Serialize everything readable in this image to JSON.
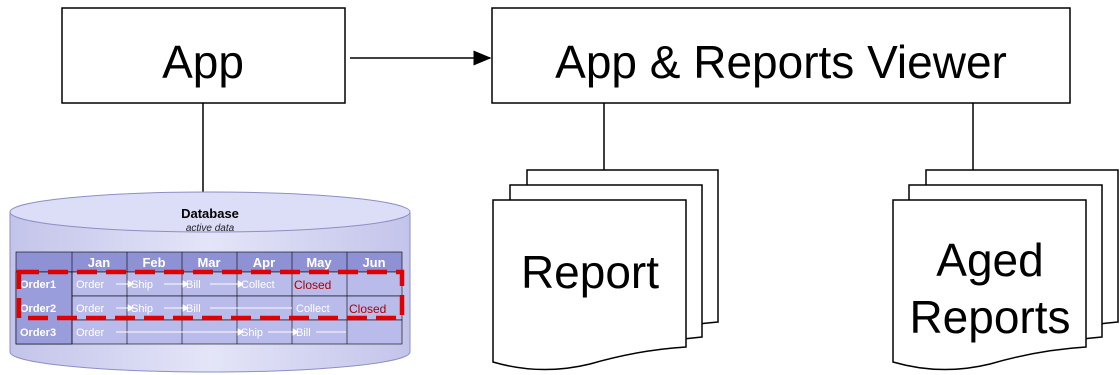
{
  "app_box": {
    "label": "App"
  },
  "viewer_box": {
    "label": "App & Reports Viewer"
  },
  "report_stack": {
    "label": "Report"
  },
  "aged_stack": {
    "line1": "Aged",
    "line2": "Reports"
  },
  "database": {
    "title": "Database",
    "subtitle": "active data",
    "months": [
      "Jan",
      "Feb",
      "Mar",
      "Apr",
      "May",
      "Jun"
    ],
    "rows": [
      {
        "label": "Order1",
        "steps": [
          "Order",
          "Ship",
          "Bill",
          "Collect"
        ],
        "closed": "Closed"
      },
      {
        "label": "Order2",
        "steps": [
          "Order",
          "Ship",
          "Bill",
          "",
          "Collect"
        ],
        "closed": "Closed"
      },
      {
        "label": "Order3",
        "steps": [
          "Order",
          "",
          "",
          "Ship",
          "Bill"
        ]
      }
    ]
  },
  "colors": {
    "highlight_dash": "#e00000",
    "db_fill": "#cfd0f0",
    "table_cell": "#b9bbea",
    "table_header": "#8e91d4"
  }
}
